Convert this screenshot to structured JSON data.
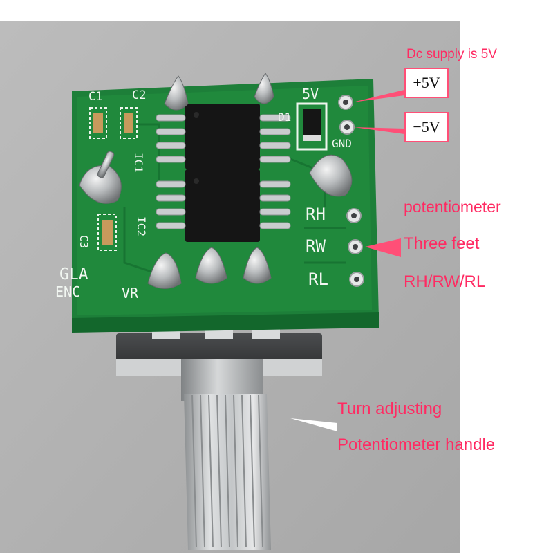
{
  "annotations": {
    "supply": "Dc supply is 5V",
    "plus": "+5V",
    "minus": "−5V",
    "pot_line1": "potentiometer",
    "pot_line2": "Three feet",
    "pot_line3": "RH/RW/RL",
    "turn_line1": "Turn adjusting",
    "turn_line2": "Potentiometer handle"
  },
  "board_labels": {
    "c1": "C1",
    "c2": "C2",
    "five_v": "5V",
    "d1": "D1",
    "gnd": "GND",
    "ic1": "IC1",
    "ic2": "IC2",
    "c3": "C3",
    "rh": "RH",
    "rw": "RW",
    "rl": "RL",
    "gla": "GLA",
    "enc": "ENC",
    "vr": "VR"
  },
  "colors": {
    "annotation_text": "#ff2a62",
    "callout_border": "#ff4f77",
    "pcb_green": "#1f8a3e",
    "silkscreen": "#f2f7f2",
    "chip_black": "#151515",
    "metal": "#c9ccce"
  }
}
